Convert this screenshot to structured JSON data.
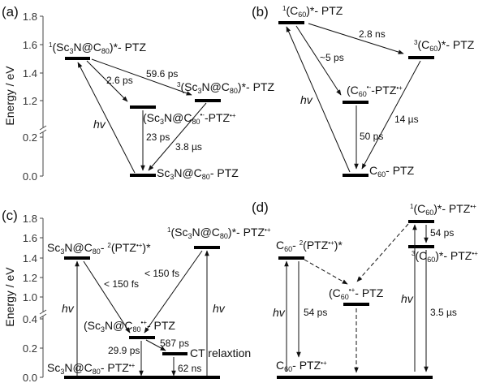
{
  "figure": {
    "panels": [
      {
        "id": "a",
        "label": "(a)",
        "axis": {
          "title": "Energy / eV",
          "ticks": [
            "0.0",
            "0.2",
            "1.2",
            "1.4",
            "1.6",
            "1.8"
          ],
          "break": true
        },
        "levels": [
          {
            "name": "singlet-excited",
            "label": "¹(Sc₃N@C₈₀)*- PTZ",
            "energy_eV": 1.5
          },
          {
            "name": "radical-pair",
            "label": "(Sc₃N@C₈₀)•⁻-PTZ•⁺",
            "energy_eV": 1.16
          },
          {
            "name": "triplet-excited",
            "label": "³(Sc₃N@C₈₀)*- PTZ",
            "energy_eV": 1.2
          },
          {
            "name": "ground",
            "label": "Sc₃N@C₈₀- PTZ",
            "energy_eV": 0.0
          }
        ],
        "transitions": [
          "hv",
          "2.6 ps",
          "59.6 ps",
          "23 ps",
          "3.8 µs"
        ]
      },
      {
        "id": "b",
        "label": "(b)",
        "levels": [
          {
            "name": "singlet-excited",
            "label": "¹(C₆₀)*- PTZ"
          },
          {
            "name": "triplet-excited",
            "label": "³(C₆₀)*- PTZ"
          },
          {
            "name": "radical-pair",
            "label": "(C₆₀)•⁻-PTZ•⁺"
          },
          {
            "name": "ground",
            "label": "C₆₀- PTZ"
          }
        ],
        "transitions": [
          "hv",
          "2.8 ns",
          "~5 ps",
          "50 ps",
          "14 µs"
        ]
      },
      {
        "id": "c",
        "label": "(c)",
        "axis": {
          "title": "Energy / eV",
          "ticks": [
            "0.0",
            "0.2",
            "0.4",
            "1.0",
            "1.2",
            "1.4",
            "1.6",
            "1.8"
          ],
          "break": true
        },
        "levels": [
          {
            "name": "ptz-excited",
            "label": "Sc₃N@C₈₀- ²(PTZ•⁺)*",
            "energy_eV": 1.4
          },
          {
            "name": "singlet-excited",
            "label": "¹(Sc₃N@C₈₀)*- PTZ•⁺",
            "energy_eV": 1.5
          },
          {
            "name": "cation",
            "label": "(Sc₃N@C₈₀)•⁺- PTZ",
            "energy_eV": 0.27
          },
          {
            "name": "ct-relaxation",
            "label": "CT relaxtion",
            "energy_eV": 0.16
          },
          {
            "name": "ground",
            "label": "Sc₃N@C₈₀- PTZ•⁺",
            "energy_eV": 0.0
          }
        ],
        "transitions": [
          "hv",
          "< 150 fs",
          "< 150 fs",
          "hv",
          "29.9 ps",
          "587 ps",
          "62 ns"
        ]
      },
      {
        "id": "d",
        "label": "(d)",
        "levels": [
          {
            "name": "ptz-excited",
            "label": "C₆₀- ²(PTZ•⁺)*"
          },
          {
            "name": "cation",
            "label": "(C₆₀)•⁺- PTZ"
          },
          {
            "name": "singlet-excited",
            "label": "¹(C₆₀)*- PTZ•⁺"
          },
          {
            "name": "triplet-excited",
            "label": "³(C₆₀)*- PTZ•⁺"
          },
          {
            "name": "ground",
            "label": "C₆₀- PTZ•⁺"
          }
        ],
        "transitions": [
          "hv",
          "54 ps",
          "hv",
          "54 ps",
          "3.5 µs"
        ]
      }
    ]
  },
  "text": {
    "a_label": "(a)",
    "b_label": "(b)",
    "c_label": "(c)",
    "d_label": "(d)",
    "y_title": "Energy / eV",
    "hv": "hv",
    "a_t1": "2.6 ps",
    "a_t2": "59.6 ps",
    "a_t3": "23 ps",
    "a_t4": "3.8 µs",
    "b_t1": "2.8 ns",
    "b_t2": "~5 ps",
    "b_t3": "50 ps",
    "b_t4": "14 µs",
    "c_t1": "< 150 fs",
    "c_t2": "< 150 fs",
    "c_t3": "29.9 ps",
    "c_t4": "587 ps",
    "c_t5": "62 ns",
    "c_ct": "CT relaxtion",
    "d_t1": "54 ps",
    "d_t2": "54 ps",
    "d_t3": "3.5 µs"
  }
}
